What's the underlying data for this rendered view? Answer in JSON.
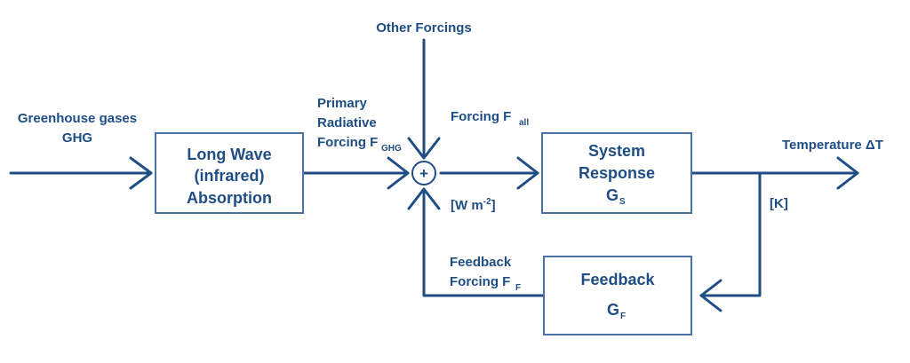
{
  "colors": {
    "line": "#1f4e84",
    "box_stroke": "#4a72a6",
    "text": "#1f4e84",
    "background": "#ffffff"
  },
  "labels": {
    "other_forcings": "Other Forcings",
    "ghg_line1": "Greenhouse gases",
    "ghg_line2": "GHG",
    "primary_line1": "Primary",
    "primary_line2": "Radiative",
    "primary_line3": "Forcing F",
    "primary_sub": "GHG",
    "forcing_all": "Forcing F",
    "forcing_all_sub": "all",
    "units_forcing": "[W m",
    "units_forcing_sup": "-2",
    "units_forcing_end": "]",
    "temperature": "Temperature ΔT",
    "units_temp": "[K]",
    "feedback_forcing_line1": "Feedback",
    "feedback_forcing_line2": "Forcing F",
    "feedback_forcing_sub": "F"
  },
  "blocks": {
    "longwave": {
      "line1": "Long Wave",
      "line2": "(infrared)",
      "line3": "Absorption"
    },
    "system": {
      "line1": "System",
      "line2": "Response",
      "line3": "G",
      "line3_sub": "S"
    },
    "feedback": {
      "line1": "Feedback",
      "line2": "G",
      "line2_sub": "F"
    }
  },
  "junction": {
    "symbol": "+"
  }
}
